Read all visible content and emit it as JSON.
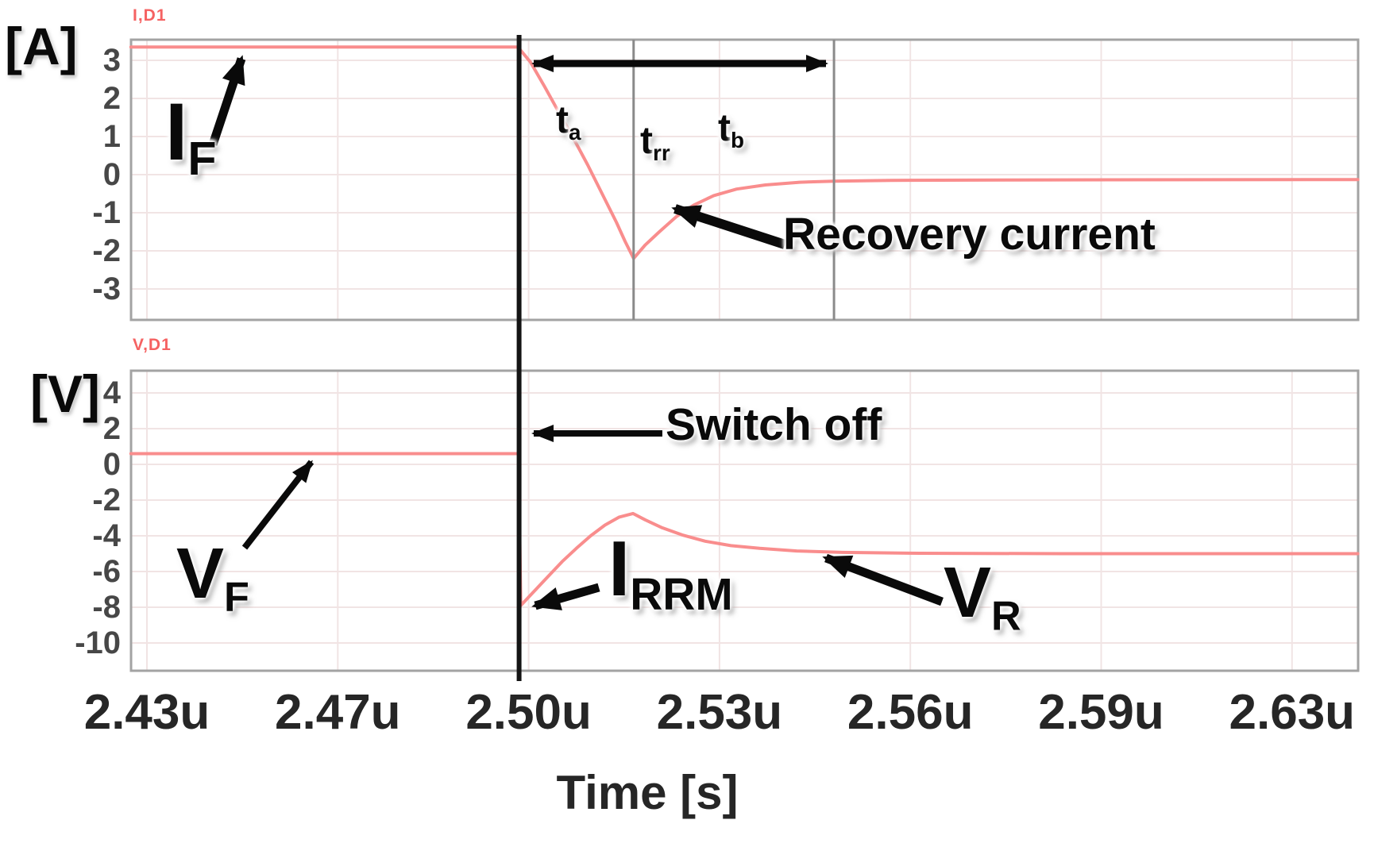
{
  "panel_current": {
    "unit": "[A]",
    "signal": "I,D1",
    "yticks": [
      "3",
      "2",
      "1",
      "0",
      "-1",
      "-2",
      "-3"
    ]
  },
  "panel_voltage": {
    "unit": "[V]",
    "signal": "V,D1",
    "yticks": [
      "4",
      "2",
      "0",
      "-2",
      "-4",
      "-6",
      "-8",
      "-10"
    ]
  },
  "xaxis": {
    "ticks": [
      "2.43u",
      "2.47u",
      "2.50u",
      "2.53u",
      "2.56u",
      "2.59u",
      "2.63u"
    ],
    "label": "Time [s]"
  },
  "annotations": {
    "if_main": "I",
    "if_sub": "F",
    "ta_main": "t",
    "ta_sub": "a",
    "trr_main": "t",
    "trr_sub": "rr",
    "tb_main": "t",
    "tb_sub": "b",
    "recovery": "Recovery current",
    "switch_off": "Switch off",
    "irrm_main": "I",
    "irrm_sub": "RRM",
    "vf_main": "V",
    "vf_sub": "F",
    "vr_main": "V",
    "vr_sub": "R"
  },
  "colors": {
    "trace": "#f98d8d",
    "signal_label": "#f56262",
    "grid": "#f1e4e4",
    "border": "#a3a3a3",
    "marker_line": "#8a8a8a",
    "cursor_line": "#141414",
    "annotation": "#0a0a0a"
  },
  "chart_data": [
    {
      "type": "line",
      "panel": "current",
      "series_name": "I,D1",
      "ylabel": "[A]",
      "xlabel": "Time [s]",
      "x_unit": "us",
      "y_unit": "A",
      "x_tick_labels": [
        "2.43u",
        "2.47u",
        "2.50u",
        "2.53u",
        "2.56u",
        "2.59u",
        "2.63u"
      ],
      "y_tick_values": [
        3,
        2,
        1,
        0,
        -1,
        -2,
        -3
      ],
      "xlim": [
        2.427,
        2.6415
      ],
      "ylim": [
        -3.8,
        3.55
      ],
      "grid": true,
      "points": [
        [
          2.4272,
          3.35
        ],
        [
          2.4948,
          3.35
        ],
        [
          2.497,
          2.95
        ],
        [
          2.4995,
          2.3
        ],
        [
          2.502,
          1.62
        ],
        [
          2.5045,
          0.95
        ],
        [
          2.507,
          0.25
        ],
        [
          2.5095,
          -0.5
        ],
        [
          2.512,
          -1.25
        ],
        [
          2.5135,
          -1.75
        ],
        [
          2.515,
          -2.2
        ],
        [
          2.517,
          -1.85
        ],
        [
          2.5195,
          -1.5
        ],
        [
          2.5225,
          -1.1
        ],
        [
          2.5255,
          -0.8
        ],
        [
          2.529,
          -0.55
        ],
        [
          2.533,
          -0.38
        ],
        [
          2.538,
          -0.27
        ],
        [
          2.544,
          -0.2
        ],
        [
          2.55,
          -0.17
        ],
        [
          2.56,
          -0.15
        ],
        [
          2.58,
          -0.14
        ],
        [
          2.6415,
          -0.13
        ]
      ],
      "markers": {
        "switch_off_t_us": 2.495,
        "peak_reverse_t_us": 2.515,
        "recovery_end_t_us": 2.55,
        "t_a_span_us": [
          2.495,
          2.515
        ],
        "t_b_span_us": [
          2.515,
          2.55
        ],
        "t_rr_span_us": [
          2.495,
          2.55
        ]
      },
      "measurements": {
        "I_F_A": 3.35,
        "I_RRM_A": -2.2
      }
    },
    {
      "type": "line",
      "panel": "voltage",
      "series_name": "V,D1",
      "ylabel": "[V]",
      "xlabel": "Time [s]",
      "x_unit": "us",
      "y_unit": "V",
      "x_tick_labels": [
        "2.43u",
        "2.47u",
        "2.50u",
        "2.53u",
        "2.56u",
        "2.59u",
        "2.63u"
      ],
      "y_tick_values": [
        4,
        2,
        0,
        -2,
        -4,
        -6,
        -8,
        -10
      ],
      "xlim": [
        2.427,
        2.6415
      ],
      "ylim": [
        -11.55,
        5.2
      ],
      "grid": true,
      "points": [
        [
          2.4272,
          0.6
        ],
        [
          2.4949,
          0.6
        ],
        [
          2.4953,
          -7.9
        ],
        [
          2.4975,
          -7.15
        ],
        [
          2.5,
          -6.3
        ],
        [
          2.5025,
          -5.45
        ],
        [
          2.505,
          -4.7
        ],
        [
          2.5075,
          -4.0
        ],
        [
          2.51,
          -3.4
        ],
        [
          2.5125,
          -2.95
        ],
        [
          2.5149,
          -2.75
        ],
        [
          2.517,
          -3.1
        ],
        [
          2.52,
          -3.55
        ],
        [
          2.5235,
          -3.95
        ],
        [
          2.5275,
          -4.3
        ],
        [
          2.532,
          -4.55
        ],
        [
          2.537,
          -4.7
        ],
        [
          2.5435,
          -4.85
        ],
        [
          2.5515,
          -4.93
        ],
        [
          2.565,
          -4.98
        ],
        [
          2.59,
          -5.0
        ],
        [
          2.6415,
          -5.0
        ]
      ],
      "markers": {
        "switch_off_t_us": 2.495
      },
      "measurements": {
        "V_F_V": 0.6,
        "V_R_V": -5.0,
        "V_min_V": -7.9,
        "V_peak_after_dip_V": -2.75
      }
    }
  ]
}
